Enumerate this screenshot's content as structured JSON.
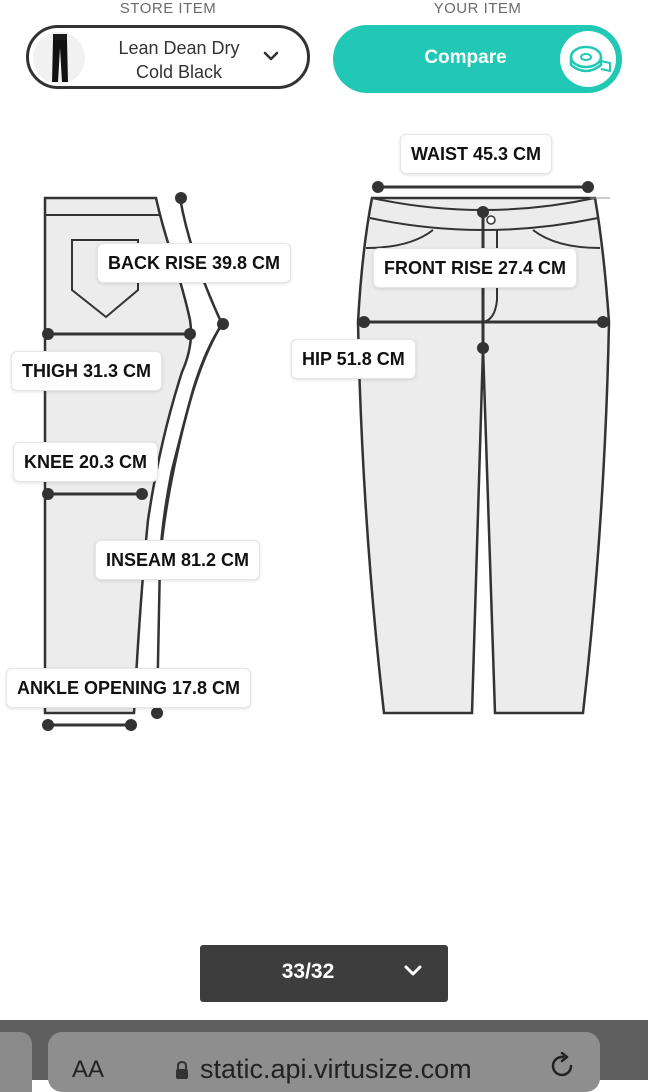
{
  "header": {
    "store_label": "STORE ITEM",
    "your_label": "YOUR ITEM",
    "store_item_name": "Lean Dean Dry Cold Black",
    "compare_label": "Compare",
    "compare_icon": "measuring-tape-icon"
  },
  "measurements": {
    "back_rise": "BACK RISE 39.8 CM",
    "thigh": "THIGH 31.3 CM",
    "knee": "KNEE 20.3 CM",
    "inseam": "INSEAM 81.2 CM",
    "ankle_opening": "ANKLE OPENING 17.8 CM",
    "waist": "WAIST 45.3 CM",
    "front_rise": "FRONT RISE 27.4 CM",
    "hip": "HIP 51.8 CM"
  },
  "size_selector": {
    "value": "33/32"
  },
  "browser": {
    "text_size_label": "AA",
    "url": "static.api.virtusize.com"
  },
  "colors": {
    "accent": "#21c8b6",
    "dark": "#3d3d3d",
    "outline": "#333333"
  }
}
